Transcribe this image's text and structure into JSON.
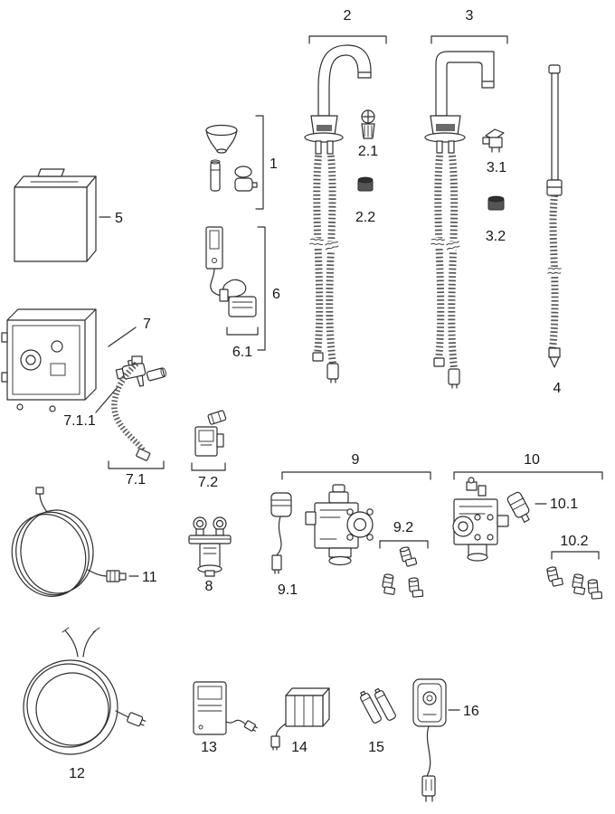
{
  "diagram": {
    "colors": {
      "ink": "#2f2f2f",
      "paper": "#ffffff",
      "dark_part": "#555555"
    }
  },
  "labels": {
    "p1": "1",
    "p2": "2",
    "p2_1": "2.1",
    "p2_2": "2.2",
    "p3": "3",
    "p3_1": "3.1",
    "p3_2": "3.2",
    "p4": "4",
    "p5": "5",
    "p6": "6",
    "p6_1": "6.1",
    "p7": "7",
    "p7_1": "7.1",
    "p7_1_1": "7.1.1",
    "p7_2": "7.2",
    "p8": "8",
    "p9": "9",
    "p9_1": "9.1",
    "p9_2": "9.2",
    "p10": "10",
    "p10_1": "10.1",
    "p10_2": "10.2",
    "p11": "11",
    "p12": "12",
    "p13": "13",
    "p14": "14",
    "p15": "15",
    "p16": "16"
  }
}
